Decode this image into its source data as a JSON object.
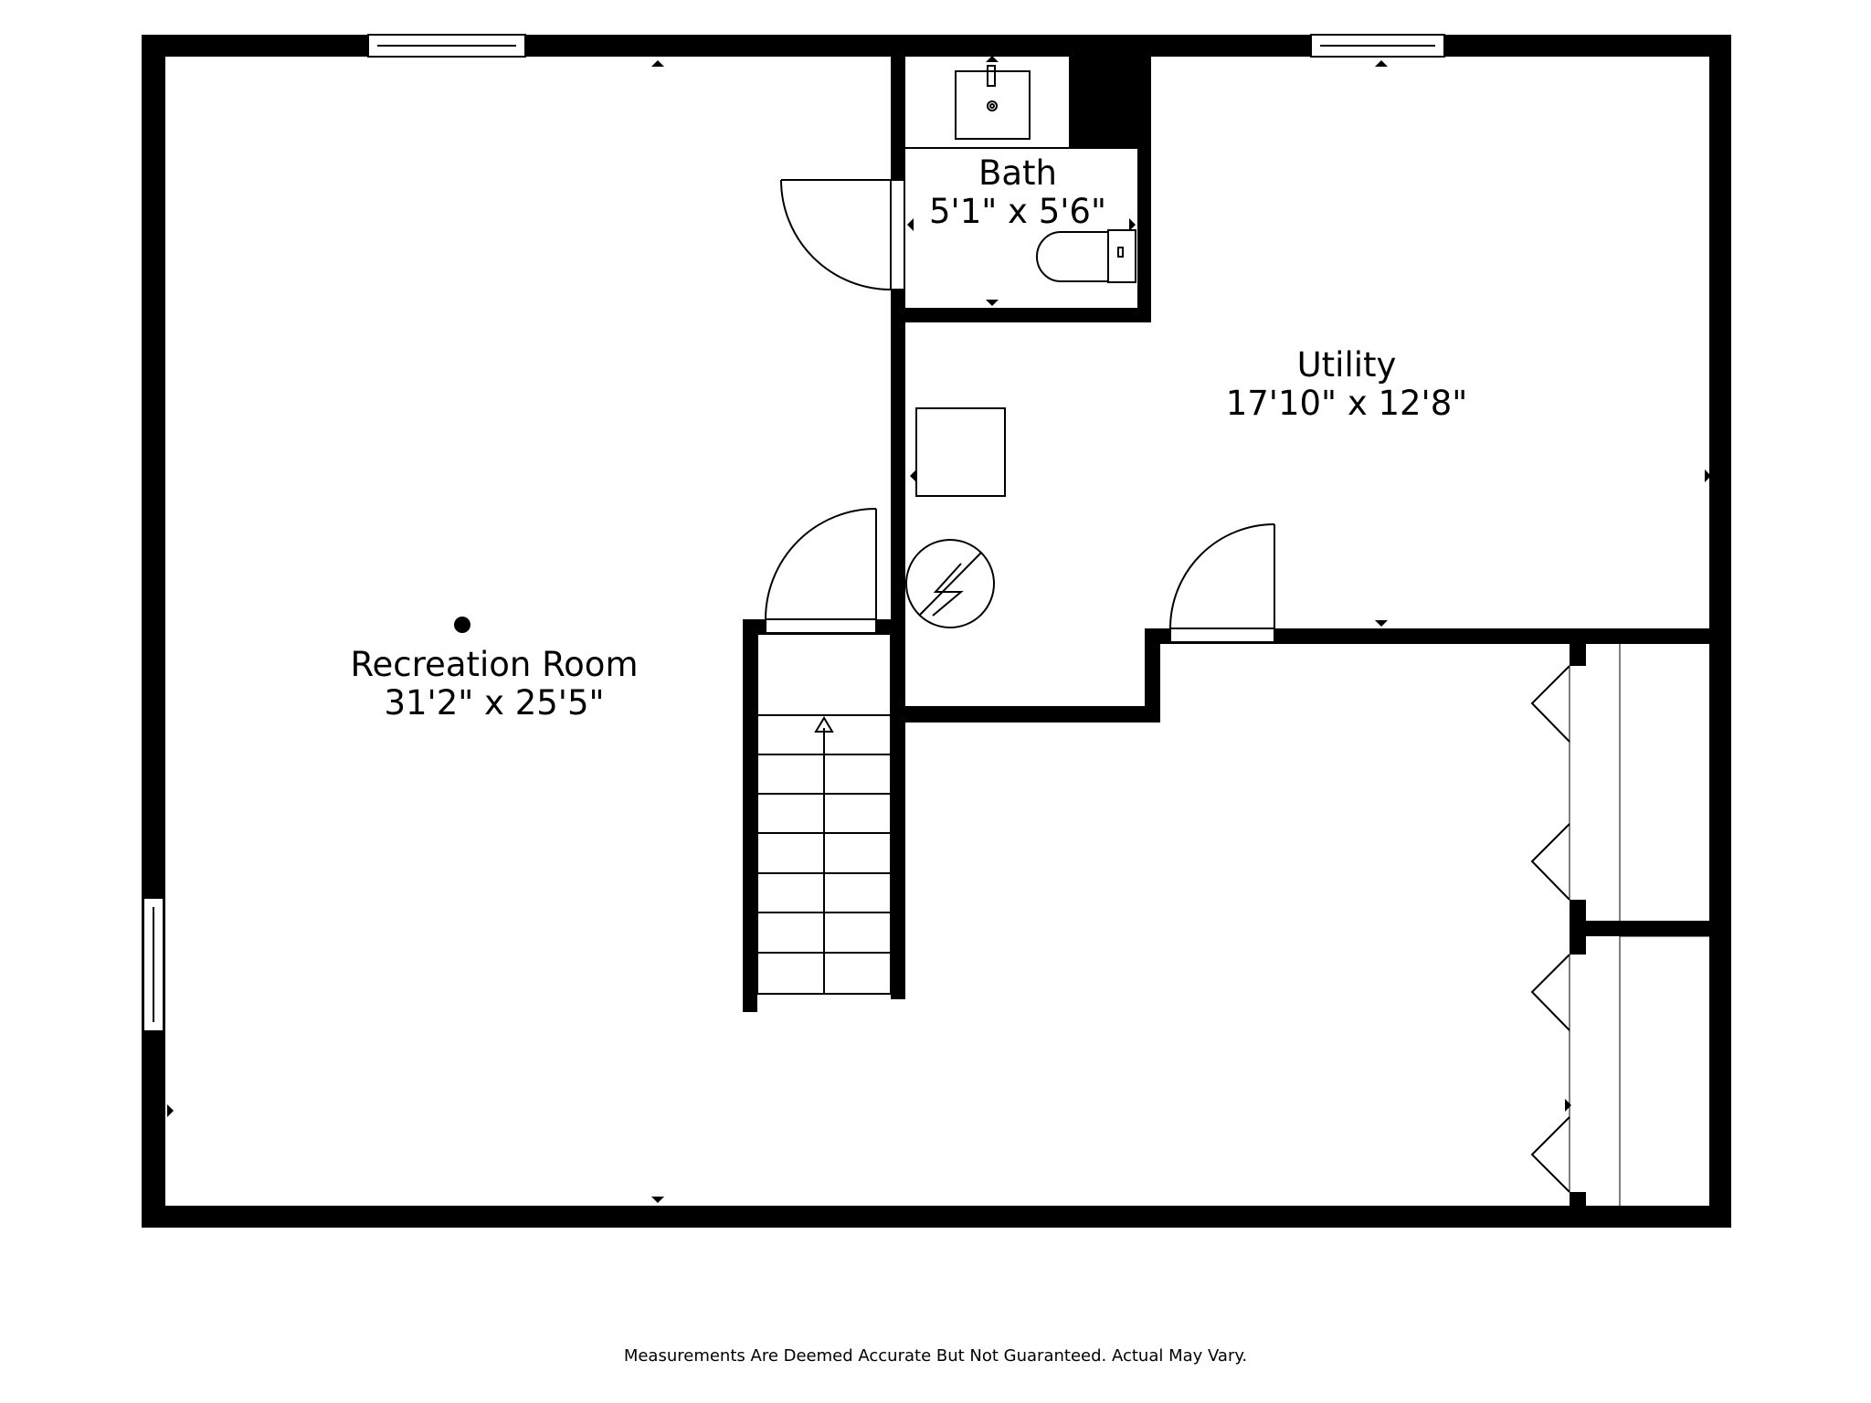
{
  "rooms": {
    "recreation": {
      "name": "Recreation Room",
      "dims": "31'2\" x 25'5\""
    },
    "utility": {
      "name": "Utility",
      "dims": "17'10\" x 12'8\""
    },
    "bath": {
      "name": "Bath",
      "dims": "5'1\" x 5'6\""
    }
  },
  "footer": "Measurements Are Deemed Accurate But Not Guaranteed. Actual May Vary."
}
